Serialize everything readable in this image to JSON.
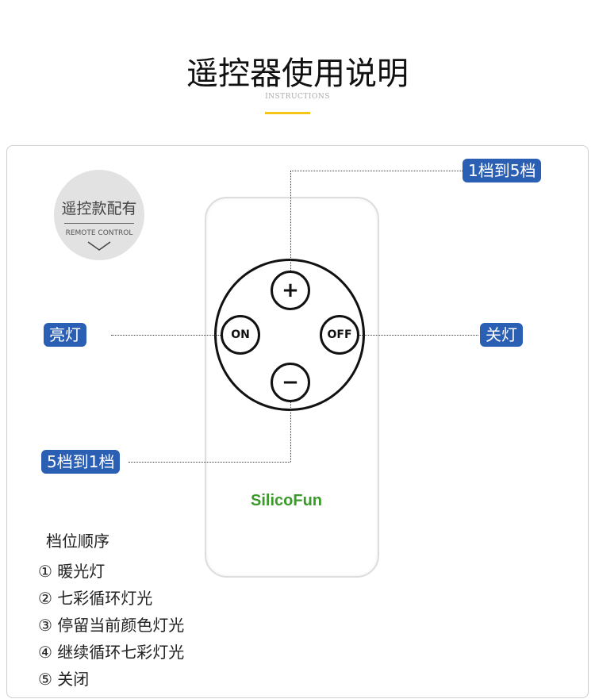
{
  "header": {
    "title": "遥控器使用说明",
    "subtitle": "INSTRUCTIONS",
    "accent": "#f5c518"
  },
  "badge": {
    "title": "遥控款配有",
    "subtitle": "REMOTE CONTROL"
  },
  "remote": {
    "plus": "+",
    "minus": "−",
    "on": "ON",
    "off": "OFF",
    "logo": "SilicoFun"
  },
  "callouts": {
    "plus": "1档到5档",
    "on": "亮灯",
    "off": "关灯",
    "minus": "5档到1档",
    "color": "#2b5fb3"
  },
  "order": {
    "heading": "档位顺序",
    "items": [
      "① 暖光灯",
      "② 七彩循环灯光",
      "③ 停留当前颜色灯光",
      "④ 继续循环七彩灯光",
      "⑤ 关闭"
    ]
  }
}
